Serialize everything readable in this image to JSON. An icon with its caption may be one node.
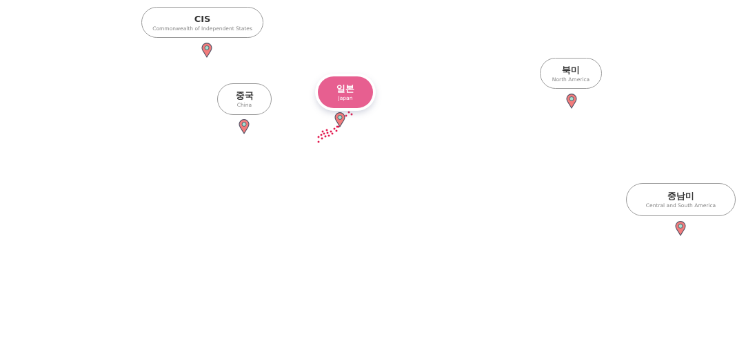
{
  "diagram": {
    "nodes": [
      {
        "text": [
          "CIS",
          "Commonwealth of Independent States"
        ]
      },
      {
        "text": [
          "중국",
          "China"
        ]
      },
      {
        "text": [
          "일본",
          "Japan"
        ]
      },
      {
        "text": [
          "북미",
          "North America"
        ]
      },
      {
        "text": [
          "중남미",
          "Central and South America"
        ]
      }
    ]
  }
}
